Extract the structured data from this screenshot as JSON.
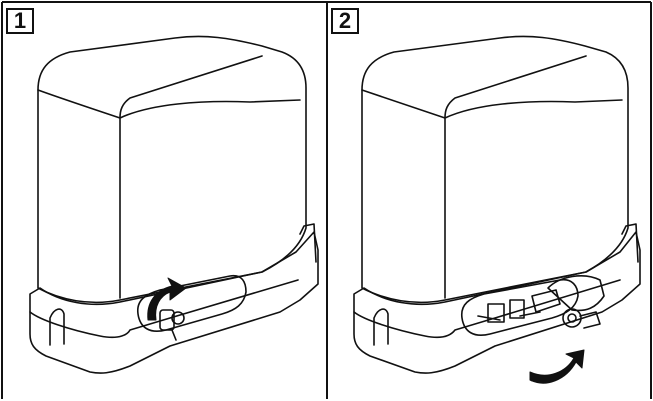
{
  "panels": [
    {
      "step": "1",
      "action": "rotate-key-to-unlock-cover"
    },
    {
      "step": "2",
      "action": "swing-key-lever-open"
    }
  ],
  "colors": {
    "line": "#111111",
    "background": "#ffffff",
    "frame": "#111111"
  },
  "icons": [
    "curved-arrow-icon",
    "key-icon",
    "gate-motor-unit-illustration"
  ]
}
